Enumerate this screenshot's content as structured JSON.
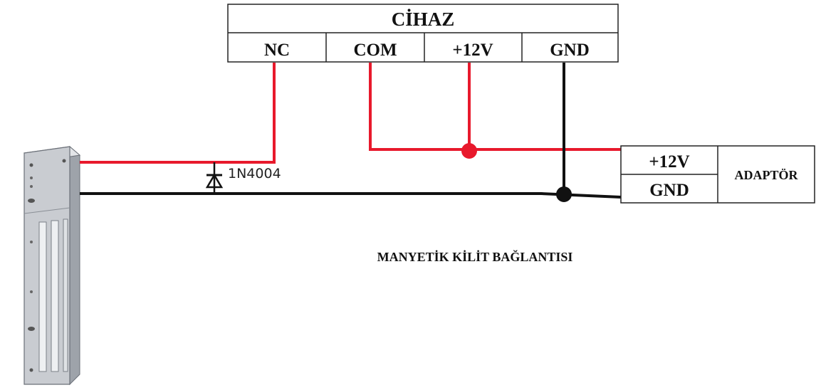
{
  "device": {
    "title": "CİHAZ",
    "terminals": [
      "NC",
      "COM",
      "+12V",
      "GND"
    ]
  },
  "adapter": {
    "terminals": [
      "+12V",
      "GND"
    ],
    "label": "ADAPTÖR"
  },
  "diode": {
    "label": "1N4004"
  },
  "caption": "MANYETİK KİLİT BAĞLANTISI",
  "colors": {
    "positive_wire": "#e8192c",
    "ground_wire": "#111111",
    "lock_body": "#c9ccd1"
  }
}
